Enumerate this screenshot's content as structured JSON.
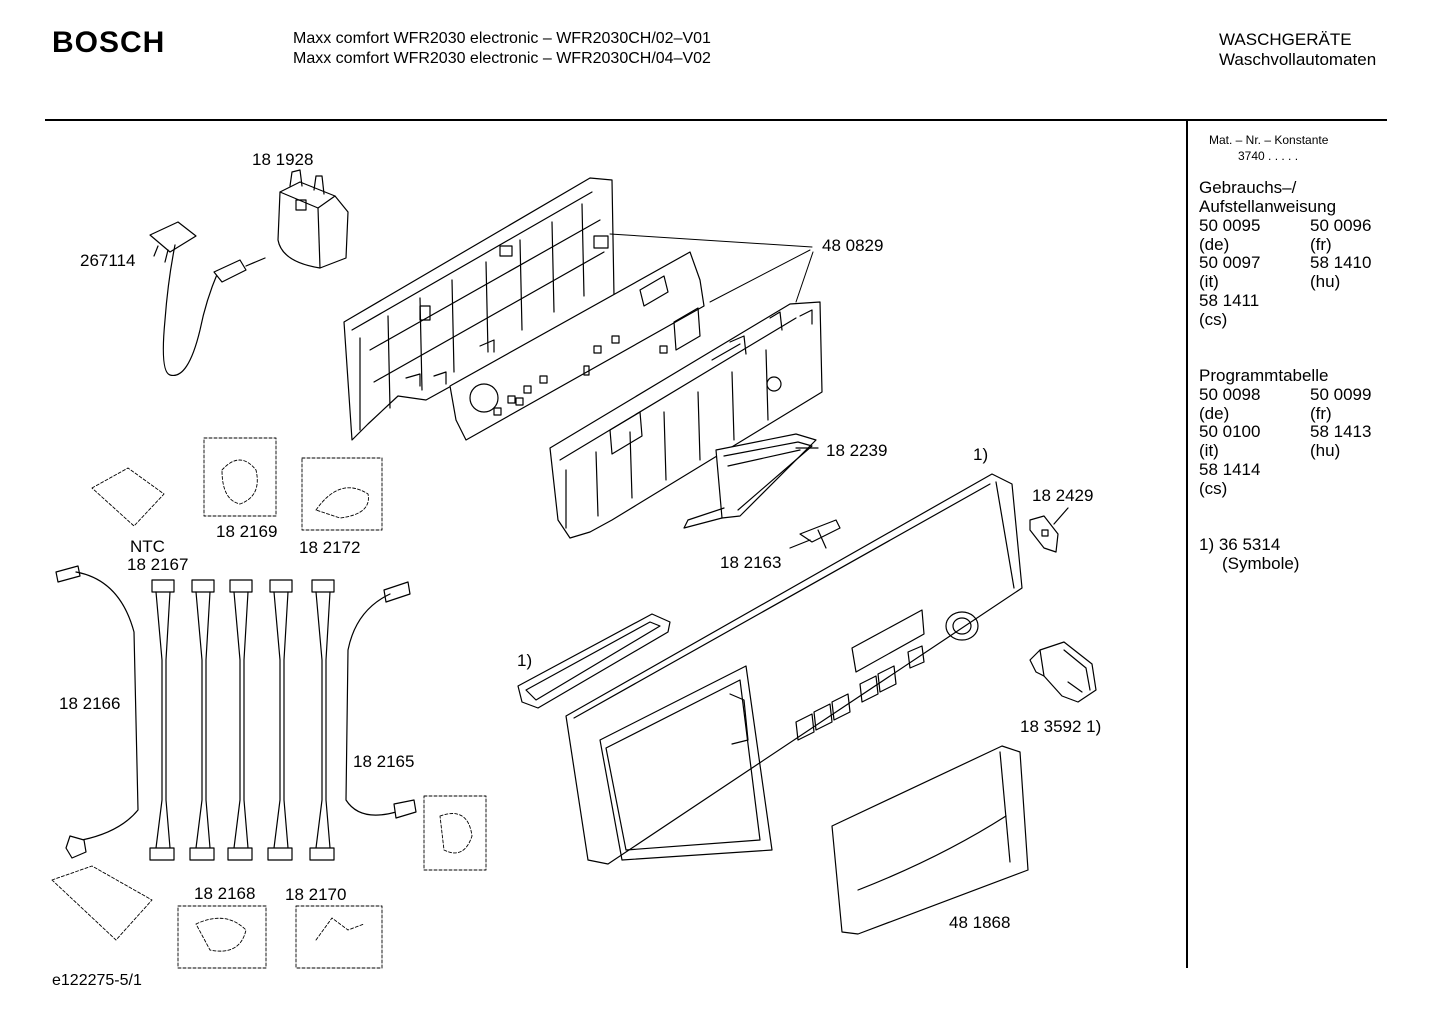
{
  "header": {
    "brand": "BOSCH",
    "model_line_1": "Maxx comfort WFR2030 electronic – WFR2030CH/02–V01",
    "model_line_2": "Maxx comfort WFR2030 electronic – WFR2030CH/04–V02",
    "category_1": "WASCHGERÄTE",
    "category_2": "Waschvollautomaten"
  },
  "sidebar": {
    "mat_label": "Mat. – Nr. – Konstante",
    "mat_value": "3740  .  .  .  .  .",
    "manual_title_1": "Gebrauchs–/",
    "manual_title_2": "Aufstellanweisung",
    "manual_rows": [
      [
        "50 0095",
        "50 0096"
      ],
      [
        "(de)",
        "(fr)"
      ],
      [
        "50 0097",
        "58 1410"
      ],
      [
        "(it)",
        "(hu)"
      ],
      [
        "58 1411",
        ""
      ],
      [
        "(cs)",
        ""
      ]
    ],
    "program_title": "Programmtabelle",
    "program_rows": [
      [
        "50 0098",
        "50 0099"
      ],
      [
        "(de)",
        "(fr)"
      ],
      [
        "50 0100",
        "58 1413"
      ],
      [
        "(it)",
        "(hu)"
      ],
      [
        "58 1414",
        ""
      ],
      [
        "(cs)",
        ""
      ]
    ],
    "note_1": "1)  36 5314",
    "note_2": "(Symbole)"
  },
  "parts": {
    "p181928": "18 1928",
    "p267114": "267114",
    "p480829": "48 0829",
    "p182239": "18 2239",
    "p182163": "18 2163",
    "p182429": "18 2429",
    "note_top": "1)",
    "note_left": "1)",
    "p183592": "18 3592 1)",
    "p481868": "48 1868",
    "ntc": "NTC",
    "p182167": "18 2167",
    "p182169": "18 2169",
    "p182172": "18 2172",
    "p182166": "18 2166",
    "p182165": "18 2165",
    "p182168": "18 2168",
    "p182170": "18 2170"
  },
  "footer": {
    "drawing_id": "e122275-5/1"
  }
}
